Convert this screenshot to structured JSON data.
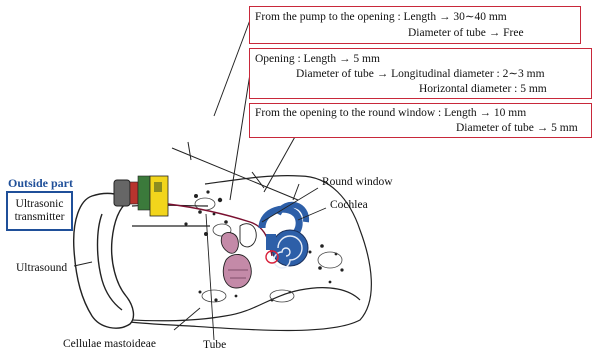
{
  "boxes": {
    "pump_to_opening": {
      "line1": "From the pump to the opening : Length → 30∼40 mm",
      "line2": "Diameter of tube → Free"
    },
    "opening": {
      "line1": "Opening : Length → 5 mm",
      "line2": "Diameter of tube → Longitudinal diameter : 2∼3 mm",
      "line3": "Horizontal diameter : 5 mm"
    },
    "opening_to_round_window": {
      "line1": "From the opening to the round window : Length → 10 mm",
      "line2": "Diameter of tube → 5 mm"
    }
  },
  "outside_part": {
    "title": "Outside part",
    "device_line1": "Ultrasonic",
    "device_line2": "transmitter"
  },
  "labels": {
    "round_window": "Round window",
    "cochlea": "Cochlea",
    "ultrasound": "Ultrasound",
    "cellulae": "Cellulae mastoideae",
    "tube": "Tube"
  },
  "colors": {
    "box_border": "#c8283a",
    "outside_blue": "#1f4f99",
    "cochlea_blue": "#2d5fa8",
    "ossicle_pink": "#c48aa8",
    "transmitter_yellow": "#f2d51c"
  }
}
